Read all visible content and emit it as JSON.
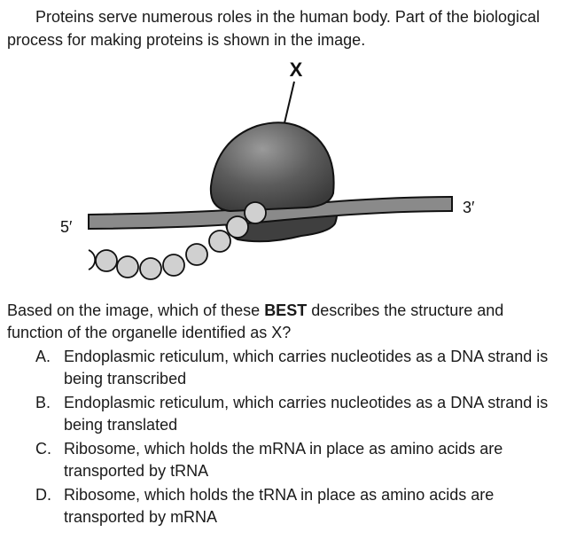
{
  "intro": "Proteins serve numerous roles in the human body. Part of the biological process for making proteins is shown in the image.",
  "figure": {
    "label_x": "X",
    "label_5prime": "5′",
    "label_3prime": "3′",
    "colors": {
      "ribosome_top": "#5a5a5a",
      "ribosome_bottom": "#3e3e3e",
      "mrna": "#8a8a8a",
      "amino_acid": "#cfcfcf",
      "outline": "#111111"
    }
  },
  "question": {
    "before": "Based on the image, which of these ",
    "emphasis": "BEST",
    "after": " describes the structure and function of the organelle identified as X?"
  },
  "choices": [
    {
      "letter": "A.",
      "text": "Endoplasmic reticulum, which carries nucleotides as a DNA strand is being transcribed"
    },
    {
      "letter": "B.",
      "text": "Endoplasmic reticulum, which carries nucleotides as a DNA strand is being translated"
    },
    {
      "letter": "C.",
      "text": "Ribosome, which holds the mRNA in place as amino acids are transported by tRNA"
    },
    {
      "letter": "D.",
      "text": "Ribosome, which holds the tRNA in place as amino acids are transported by mRNA"
    }
  ]
}
